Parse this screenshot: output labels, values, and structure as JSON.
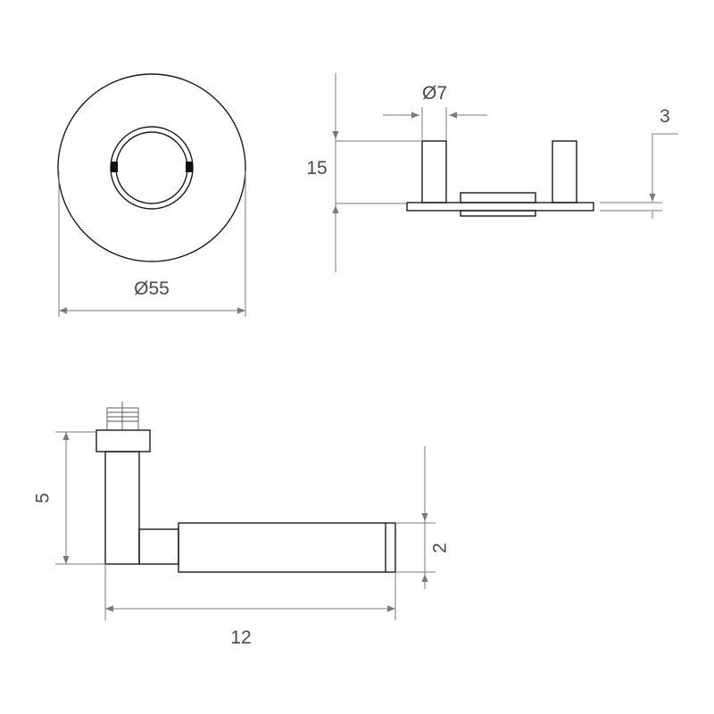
{
  "drawing": {
    "rose_diameter_label": "Ø55",
    "pin_diameter_label": "Ø7",
    "rose_height_label": "15",
    "plate_thickness_label": "3",
    "neck_height_label": "5",
    "lever_length_label": "12",
    "lever_thickness_label": "2"
  },
  "colors": {
    "line": "#1a1a1a",
    "dimension": "#7a7a7a",
    "text": "#4a4a4a",
    "background": "#ffffff"
  }
}
